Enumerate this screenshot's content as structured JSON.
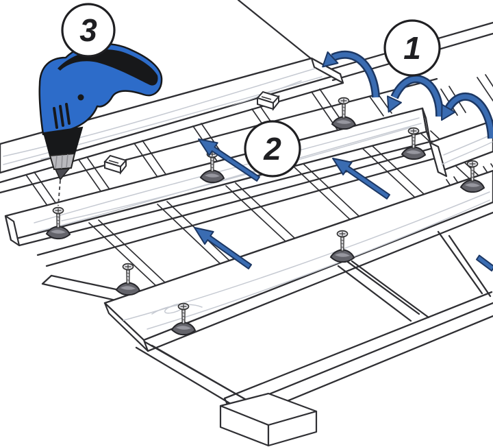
{
  "diagram": {
    "type": "instructional-illustration",
    "subject": "deck-board-installation",
    "background": "#ffffff",
    "steps": [
      {
        "label": "1",
        "marker": "circle-badge",
        "visual": "curved-flip-arrows"
      },
      {
        "label": "2",
        "marker": "circle-badge",
        "visual": "straight-slide-arrows"
      },
      {
        "label": "3",
        "marker": "circle-badge",
        "visual": "power-drill-screwing"
      }
    ],
    "icons": {
      "drill": "power-drill-icon",
      "flip_arrow": "curved-flip-arrow-icon",
      "slide_arrow": "straight-slide-arrow-icon",
      "screw": "deck-screw-icon",
      "clip": "fastening-clip-icon",
      "edge_clip": "edge-spacer-clip-icon"
    },
    "counts": {
      "boards": 4,
      "screws": 8,
      "flip_arrows": 3,
      "slide_arrows": 4,
      "edge_clips": 2,
      "feet": 1
    }
  },
  "colors": {
    "arrow_blue": "#3a6cb2",
    "arrow_outline": "#1c3763",
    "drill_blue": "#2d6cc9",
    "drill_black": "#17181a",
    "outline_dark": "#2f2f33",
    "wood_grain": "#c6cad2",
    "metal_gray": "#b9b9bd",
    "clip_dark": "#63636a"
  }
}
